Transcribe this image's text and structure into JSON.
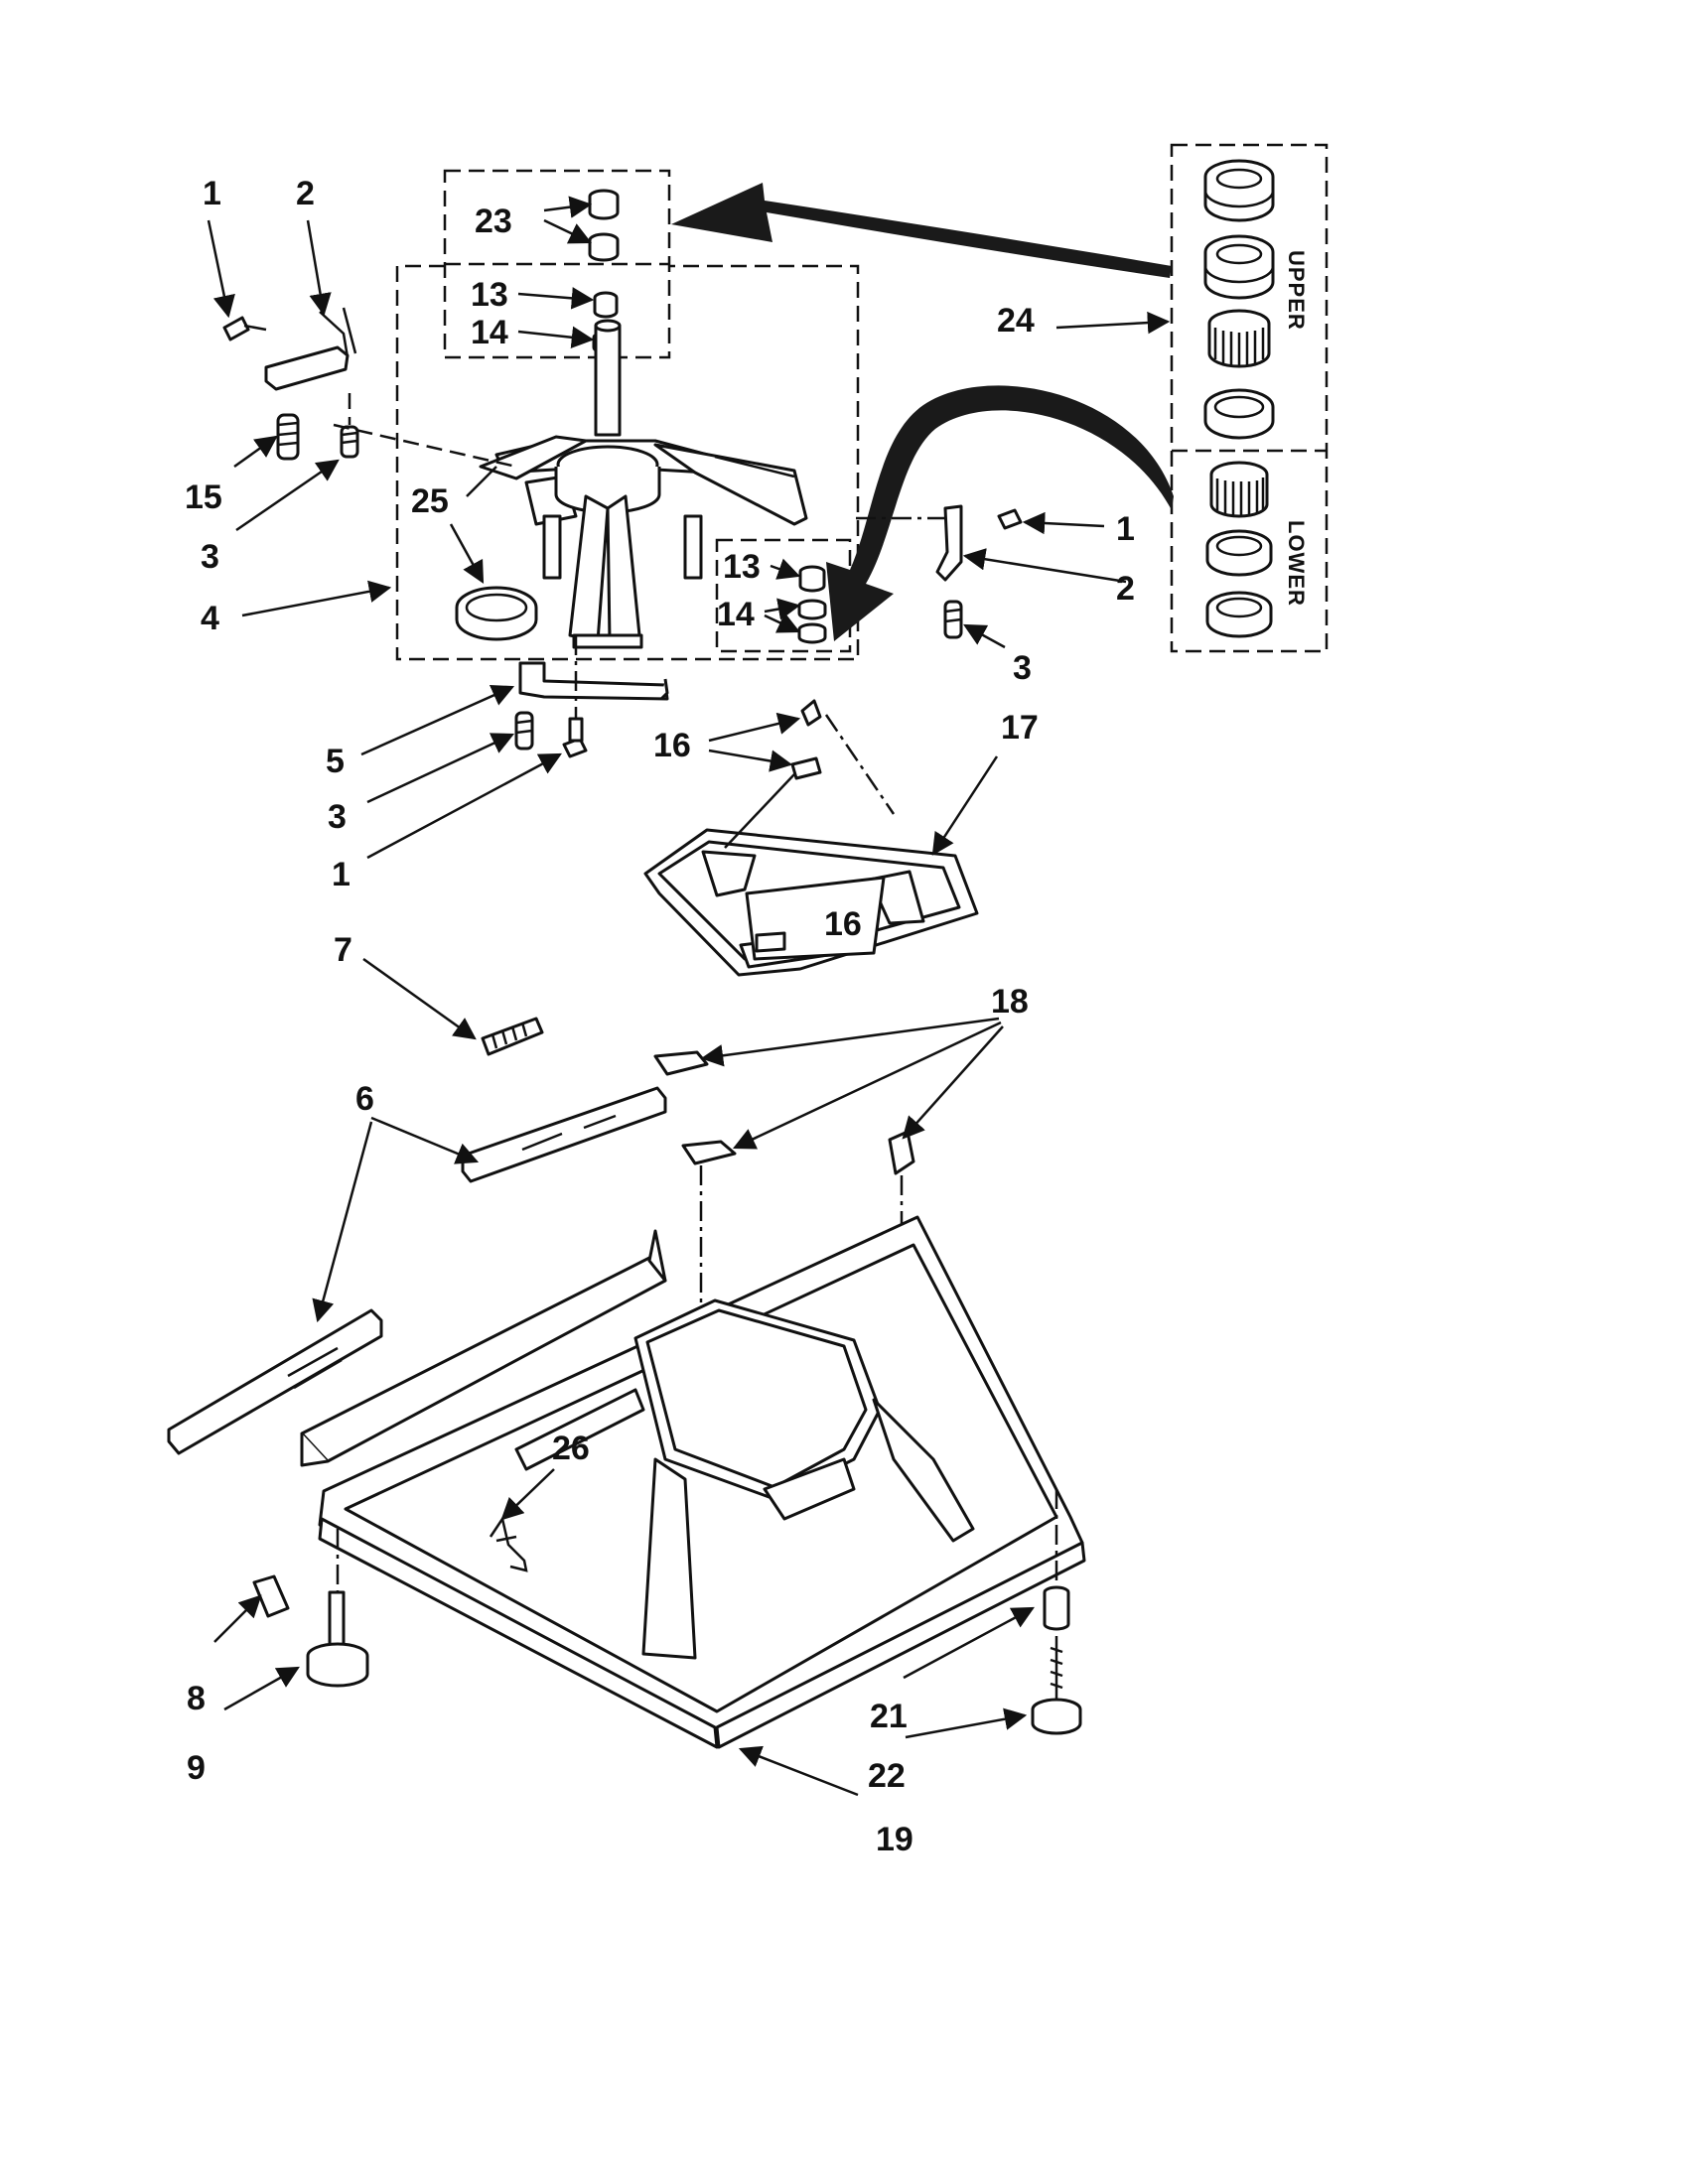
{
  "callouts": {
    "c1a": "1",
    "c2a": "2",
    "c15": "15",
    "c3a": "3",
    "c4": "4",
    "c23": "23",
    "c13a": "13",
    "c14a": "14",
    "c25": "25",
    "c13b": "13",
    "c14b": "14",
    "c1b": "1",
    "c2b": "2",
    "c3b": "3",
    "c24": "24",
    "c5": "5",
    "c3c": "3",
    "c1c": "1",
    "c16a": "16",
    "c16b": "16",
    "c17": "17",
    "c7": "7",
    "c6": "6",
    "c18": "18",
    "c26": "26",
    "c8": "8",
    "c9": "9",
    "c21": "21",
    "c22": "22",
    "c19": "19"
  },
  "kit_labels": {
    "upper": "UPPER",
    "lower": "LOWER"
  },
  "colors": {
    "ink": "#111111",
    "paper": "#ffffff",
    "arrow": "#1a1a1a"
  }
}
